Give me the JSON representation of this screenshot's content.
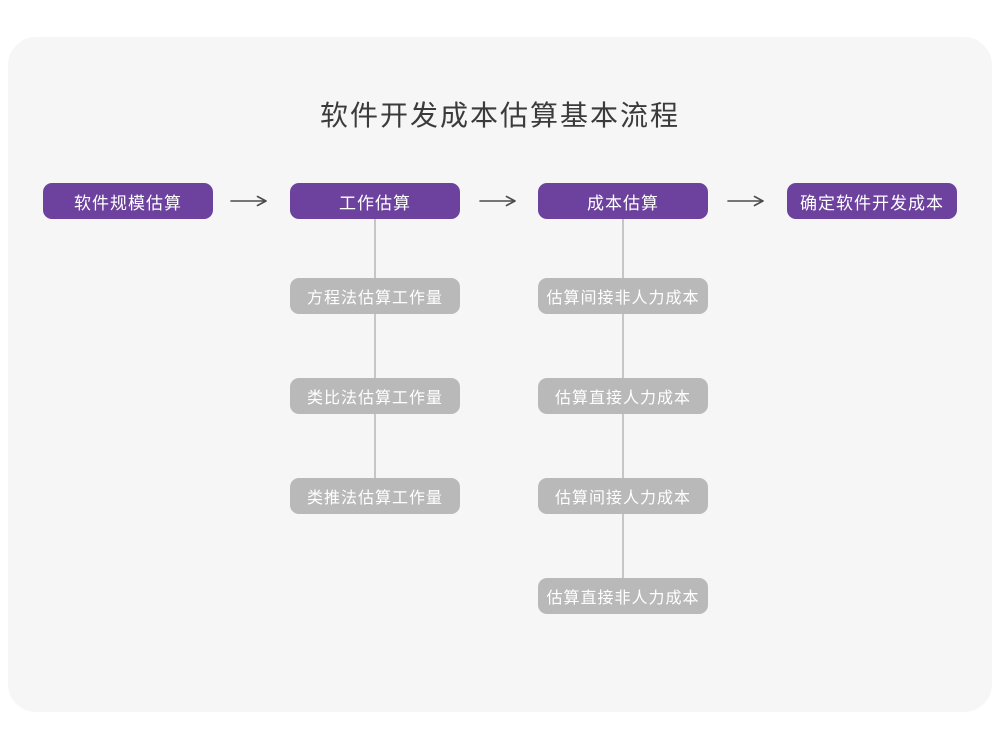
{
  "title": "软件开发成本估算基本流程",
  "colors": {
    "page_background": "#ffffff",
    "card_background": "#f6f6f7",
    "primary": "#6d429e",
    "secondary": "#b9b9b9",
    "connector": "#c6c6c6",
    "arrow": "#4c4c4c",
    "node_text": "#ffffff",
    "title_text": "#3b3b3b"
  },
  "flow": {
    "main_nodes": [
      {
        "label": "软件规模估算"
      },
      {
        "label": "工作估算"
      },
      {
        "label": "成本估算"
      },
      {
        "label": "确定软件开发成本"
      }
    ],
    "work_estimation_sub_steps": [
      "方程法估算工作量",
      "类比法估算工作量",
      "类推法估算工作量"
    ],
    "cost_estimation_sub_steps": [
      "估算间接非人力成本",
      "估算直接人力成本",
      "估算间接人力成本",
      "估算直接非人力成本"
    ]
  }
}
